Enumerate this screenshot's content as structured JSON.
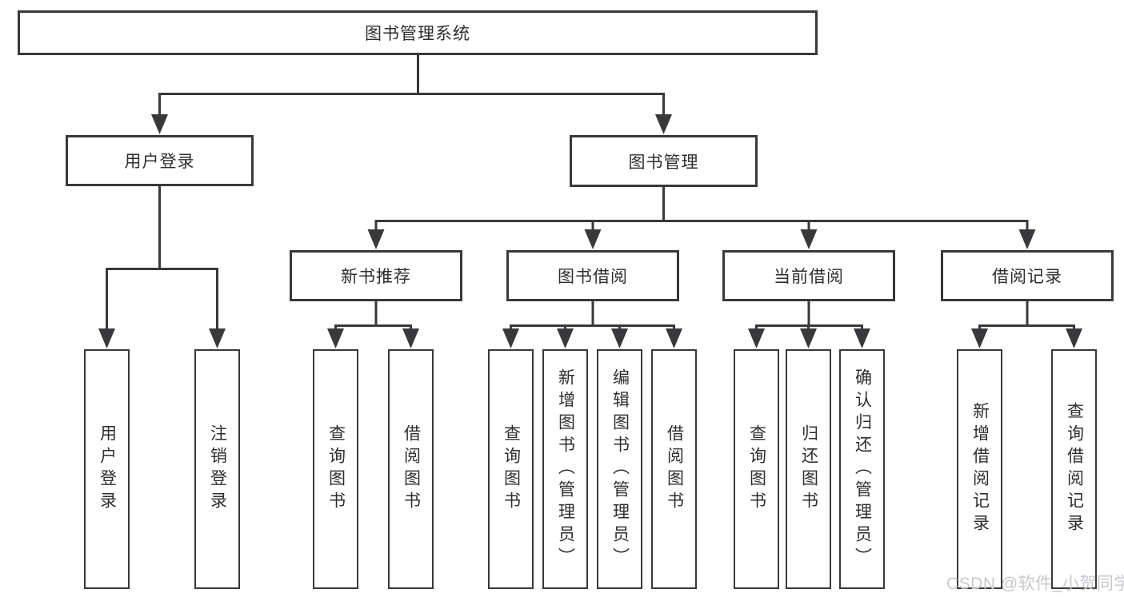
{
  "diagram": {
    "type": "hierarchy-tree",
    "colors": {
      "line": "#39393b",
      "border": "#39393b",
      "text": "#2e2e30",
      "background": "#ffffff",
      "watermark": "#c9c9ce"
    },
    "nodes": {
      "root": "图书管理系统",
      "user_login": "用户登录",
      "book_management": "图书管理",
      "new_book_recommend": "新书推荐",
      "book_borrowing": "图书借阅",
      "current_borrowing": "当前借阅",
      "borrowing_records": "借阅记录",
      "leaves": [
        "用户登录",
        "注销登录",
        "查询图书",
        "借阅图书",
        "查询图书",
        "新增图书（管理员）",
        "编辑图书（管理员）",
        "借阅图书",
        "查询图书",
        "归还图书",
        "确认归还（管理员）",
        "新增借阅记录",
        "查询借阅记录"
      ]
    },
    "watermark": "CSDN @软件_小贺同学"
  }
}
